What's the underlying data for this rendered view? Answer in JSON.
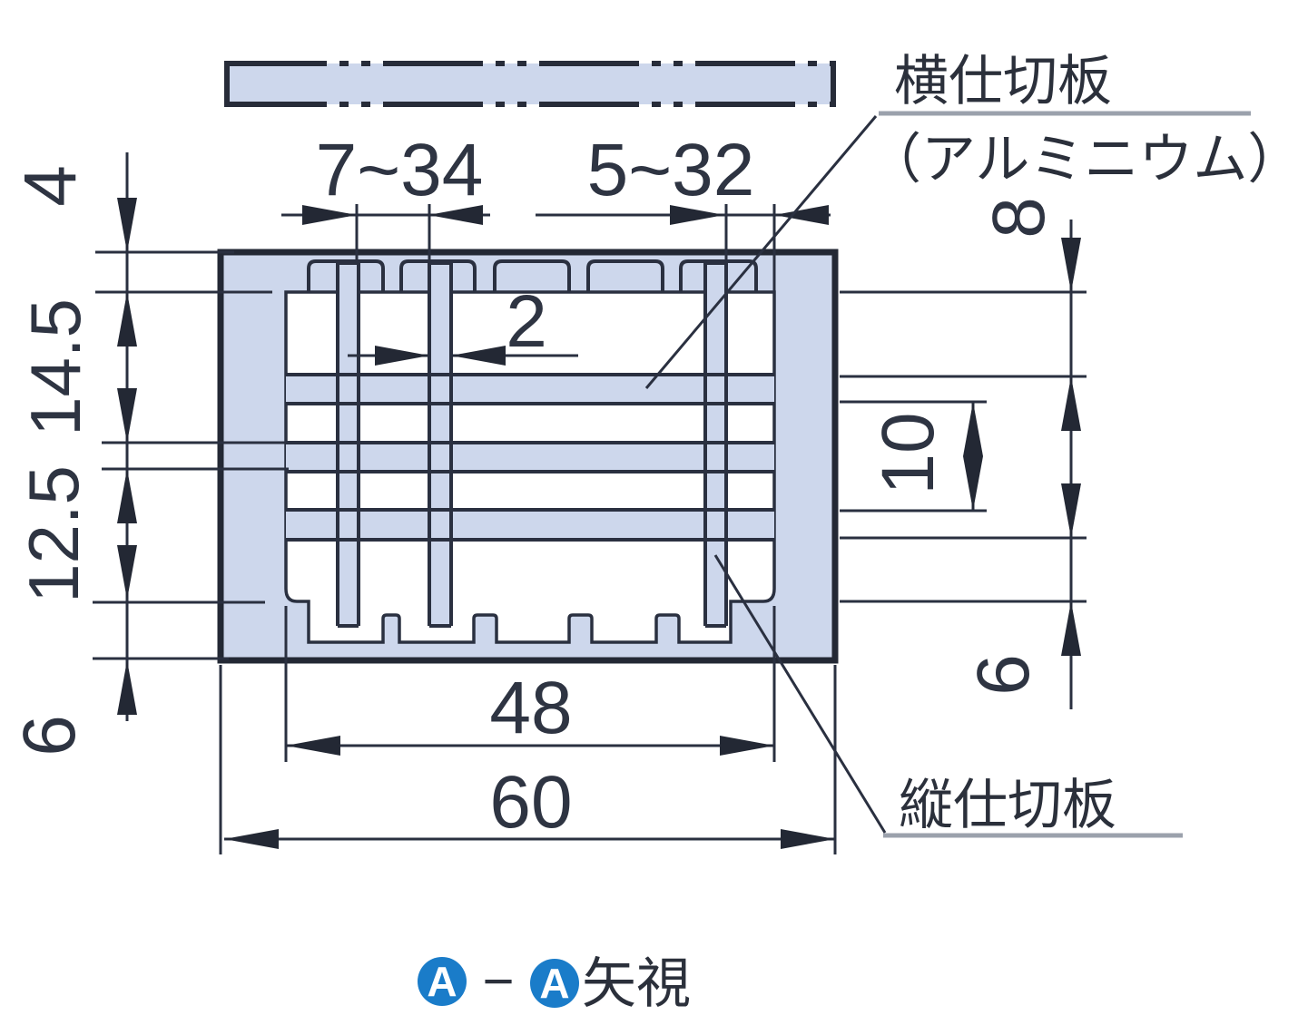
{
  "drawing": {
    "title_view": {
      "a1": "A",
      "dash": "−",
      "a2": "A",
      "suffix": "矢視"
    },
    "callouts": {
      "horizontal_plate_line1": "横仕切板",
      "horizontal_plate_line2": "（アルミニウム）",
      "vertical_plate": "縦仕切板"
    },
    "dimensions": {
      "top_range_left": "7~34",
      "top_range_right": "5~32",
      "plate_thickness": "2",
      "left_top": "4",
      "left_upper": "14.5",
      "left_lower": "12.5",
      "left_bottom": "6",
      "right_top": "8",
      "right_mid": "10",
      "right_bottom": "6",
      "inner_width": "48",
      "outer_width": "60"
    },
    "colors": {
      "part_fill": "#cdd7ec",
      "line": "#272c39",
      "text": "#2e3442",
      "underline": "#9ba1ac",
      "badge_blue": "#1a7cc9"
    }
  }
}
